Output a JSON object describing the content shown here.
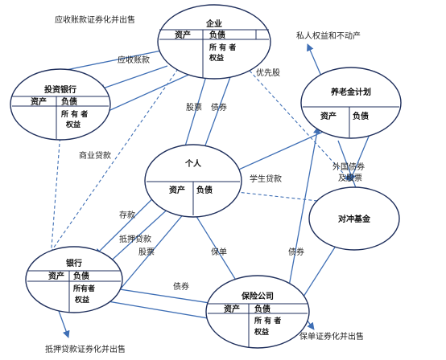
{
  "nodes": {
    "enterprise": {
      "title": "企业",
      "assets": "资产",
      "liabilities": "负债",
      "equity_l1": "所 有 者",
      "equity_l2": "权益"
    },
    "investment_bank": {
      "title": "投资银行",
      "assets": "资产",
      "liabilities": "负债",
      "equity_l1": "所 有 者",
      "equity_l2": "权益"
    },
    "pension_plan": {
      "title": "养老金计划",
      "assets": "资产",
      "liabilities": "负债"
    },
    "individual": {
      "title": "个人",
      "assets": "资产",
      "liabilities": "负债"
    },
    "hedge_fund": {
      "title": "对冲基金"
    },
    "bank": {
      "title": "银行",
      "assets": "资产",
      "liabilities": "负债",
      "equity_l1": "所有者",
      "equity_l2": "权益"
    },
    "insurance": {
      "title": "保险公司",
      "assets": "资产",
      "liabilities": "负债",
      "equity_l1": "所 有 者",
      "equity_l2": "权益"
    }
  },
  "labels": {
    "receivables_securitization": "应收账款证券化并出售",
    "accounts_receivable": "应收账款",
    "preferred_stock": "优先股",
    "private_equity_real_estate": "私人权益和不动产",
    "stocks": "股票",
    "bonds": "债券",
    "commercial_loans": "商业贷款",
    "student_loans": "学生贷款",
    "foreign_bonds_l1": "外国债券",
    "foreign_bonds_l2": "及股票",
    "deposits": "存款",
    "mortgage_loans": "抵押贷款",
    "stocks_2": "股票",
    "policies": "保单",
    "bonds_2": "债券",
    "bonds_3": "债券",
    "mortgage_securitization": "抵押贷款证券化并出售",
    "policy_securitization": "保单证券化并出售"
  },
  "colors": {
    "ellipse_stroke": "#1f2f5c",
    "arrow": "#3f6fb5"
  }
}
